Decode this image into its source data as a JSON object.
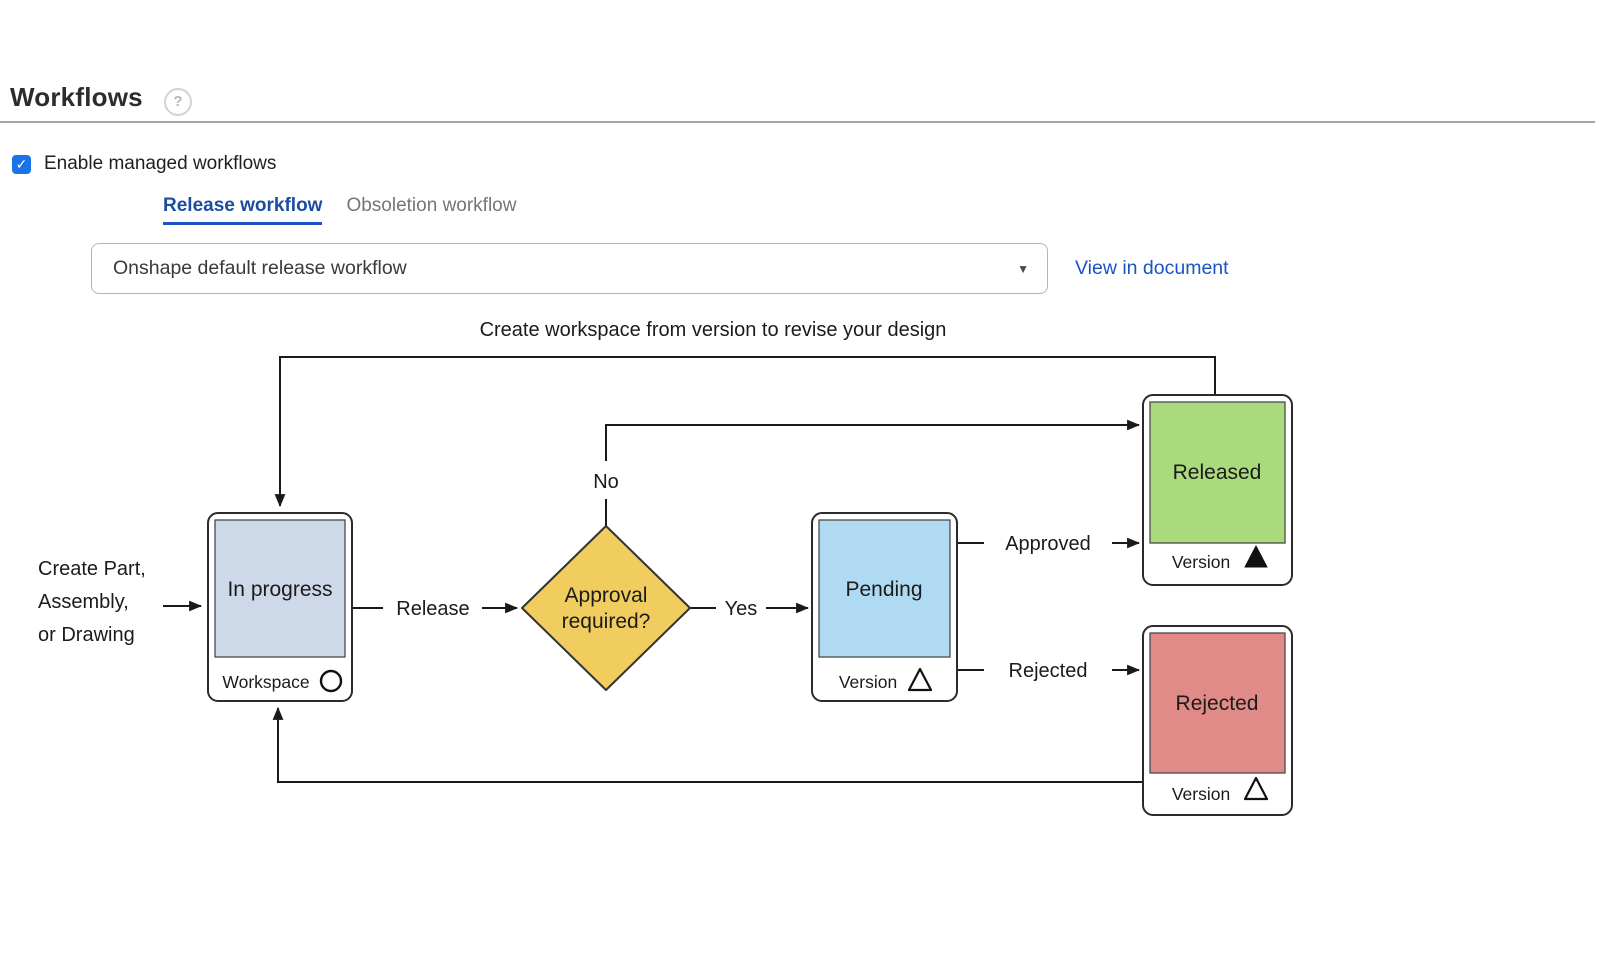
{
  "page": {
    "title": "Workflows",
    "help_glyph": "?"
  },
  "settings": {
    "enable_checkbox": {
      "label": "Enable managed workflows",
      "checked": true,
      "check_glyph": "✓"
    },
    "tabs": [
      {
        "label": "Release workflow",
        "active": true
      },
      {
        "label": "Obsoletion workflow",
        "active": false
      }
    ],
    "workflow_select": {
      "value": "Onshape default release workflow",
      "caret_glyph": "▼"
    },
    "view_link_label": "View in document"
  },
  "diagram": {
    "caption": "Create workspace from version to revise your design",
    "start_label_lines": [
      "Create Part,",
      "Assembly,",
      "or Drawing"
    ],
    "nodes": {
      "in_progress": {
        "label": "In progress",
        "footer": "Workspace",
        "marker": "circle-outline",
        "color": "#cdd9e9"
      },
      "pending": {
        "label": "Pending",
        "footer": "Version",
        "marker": "triangle-outline",
        "color": "#afdaf2"
      },
      "released": {
        "label": "Released",
        "footer": "Version",
        "marker": "triangle-filled",
        "color": "#a9db7d"
      },
      "rejected": {
        "label": "Rejected",
        "footer": "Version",
        "marker": "triangle-outline",
        "color": "#e08b88"
      }
    },
    "decision": {
      "label_lines": [
        "Approval",
        "required?"
      ],
      "color": "#f0cd5e"
    },
    "edges": {
      "release": "Release",
      "yes": "Yes",
      "no": "No",
      "approved": "Approved",
      "rejected": "Rejected"
    }
  },
  "colors": {
    "accent_checkbox_blue": "#1a73e8",
    "active_tab_blue": "#1c4da0",
    "tab_underline_blue": "#1d52c4",
    "link_blue": "#1b53c7",
    "line_black": "#1a1a1a",
    "divider_gray": "#a5a5a5"
  }
}
